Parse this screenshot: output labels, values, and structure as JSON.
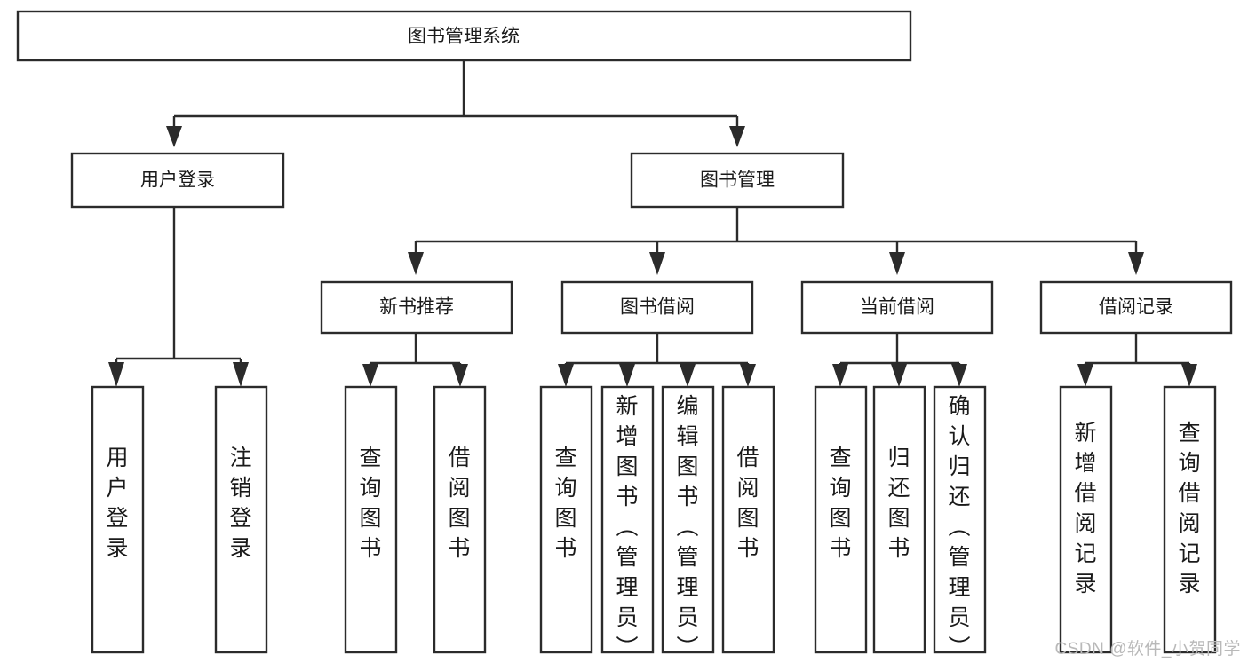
{
  "diagram": {
    "type": "tree-hierarchy",
    "title": "图书管理系统",
    "watermark": "CSDN @软件_小贺同学",
    "colors": {
      "background": "#ffffff",
      "box_fill": "#ffffff",
      "box_stroke": "#2b2b2b",
      "text": "#1a1a1a",
      "watermark": "#b9b9b9"
    },
    "root": {
      "id": "root",
      "label": "图书管理系统"
    },
    "level2": [
      {
        "id": "user-login",
        "label": "用户登录"
      },
      {
        "id": "book-management",
        "label": "图书管理"
      }
    ],
    "level3": [
      {
        "id": "new-book-recommend",
        "label": "新书推荐",
        "parent": "book-management"
      },
      {
        "id": "book-borrow",
        "label": "图书借阅",
        "parent": "book-management"
      },
      {
        "id": "current-borrow",
        "label": "当前借阅",
        "parent": "book-management"
      },
      {
        "id": "borrow-record",
        "label": "借阅记录",
        "parent": "book-management"
      }
    ],
    "leaves": [
      {
        "id": "leaf-user-login",
        "label": "用户登录",
        "parent": "user-login"
      },
      {
        "id": "leaf-user-logout",
        "label": "注销登录",
        "parent": "user-login"
      },
      {
        "id": "leaf-query-book-1",
        "label": "查询图书",
        "parent": "new-book-recommend"
      },
      {
        "id": "leaf-borrow-book-1",
        "label": "借阅图书",
        "parent": "new-book-recommend"
      },
      {
        "id": "leaf-query-book-2",
        "label": "查询图书",
        "parent": "book-borrow"
      },
      {
        "id": "leaf-add-book",
        "label": "新增图书（管理员）",
        "parent": "book-borrow"
      },
      {
        "id": "leaf-edit-book",
        "label": "编辑图书（管理员）",
        "parent": "book-borrow"
      },
      {
        "id": "leaf-borrow-book-2",
        "label": "借阅图书",
        "parent": "book-borrow"
      },
      {
        "id": "leaf-query-book-3",
        "label": "查询图书",
        "parent": "current-borrow"
      },
      {
        "id": "leaf-return-book",
        "label": "归还图书",
        "parent": "current-borrow"
      },
      {
        "id": "leaf-confirm-return",
        "label": "确认归还（管理员）",
        "parent": "current-borrow"
      },
      {
        "id": "leaf-add-record",
        "label": "新增借阅记录",
        "parent": "borrow-record"
      },
      {
        "id": "leaf-query-record",
        "label": "查询借阅记录",
        "parent": "borrow-record"
      }
    ]
  }
}
